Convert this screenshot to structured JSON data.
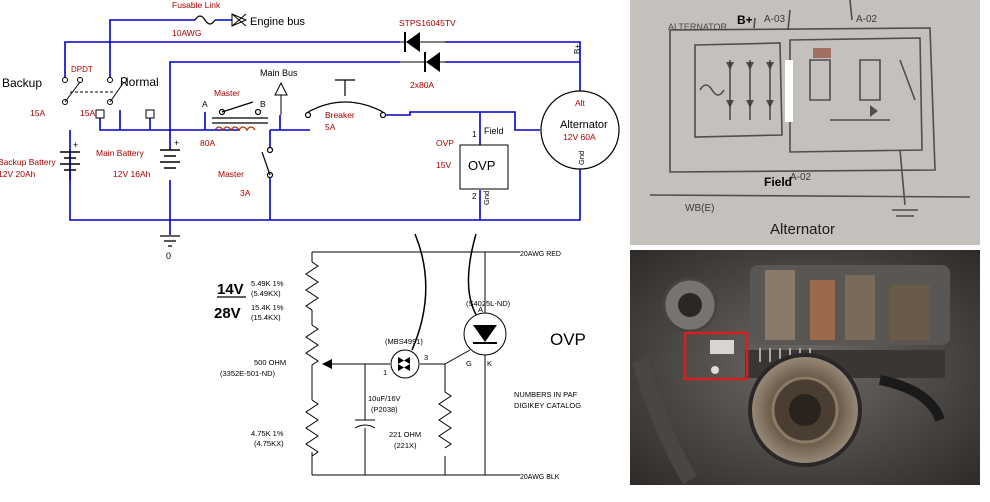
{
  "schematic": {
    "fusable_link": "Fusable Link",
    "fuse_wire": "10AWG",
    "engine_bus": "Engine bus",
    "diode_part": "STPS16045TV",
    "diode_wire": "2x80A",
    "bplus": "B+",
    "backup": "Backup",
    "normal": "Normal",
    "dpdt": "DPDT",
    "fuse_a": "15A",
    "fuse_b": "15A",
    "backup_battery_1": "Backup Battery",
    "backup_battery_2": "12V 20Ah",
    "main_battery_1": "Main Battery",
    "main_battery_2": "12V 16Ah",
    "master": "Master",
    "master_sw": "Master",
    "node_a": "A",
    "node_b": "B",
    "master_amps": "80A",
    "master_sw_amps": "3A",
    "main_bus": "Main Bus",
    "breaker": "Breaker",
    "breaker_amps": "5A",
    "alt": "Alt",
    "alternator": "Alternator",
    "alternator_rating": "12V 60A",
    "field": "Field",
    "gnd": "Gnd",
    "pin1": "1",
    "pin2": "2",
    "ovp_label": "OVP",
    "ovp_box": "OVP",
    "ovp_volts": "15V",
    "ovp_gnd": "Gnd",
    "ground_zero": "0"
  },
  "ovp_circuit": {
    "red_wire": "20AWG RED",
    "blk_wire": "20AWG BLK",
    "v14": "14V",
    "v14_r": "5.49K  1%",
    "v14_r2": "(5.49KX)",
    "v28": "28V",
    "v28_r": "15.4K  1%",
    "v28_r2": "(15.4KX)",
    "pot_1": "500  OHM",
    "pot_2": "(3352E-501-ND)",
    "r_bottom_1": "4.75K  1%",
    "r_bottom_2": "(4.75KX)",
    "mbs": "(MBS4991)",
    "mbs_pin1": "1",
    "mbs_pin3": "3",
    "scr": "(S4025L-ND)",
    "scr_a": "A",
    "scr_g": "G",
    "scr_k": "K",
    "cap_1": "10uF/16V",
    "cap_2": "(P2038)",
    "r221_1": "221  OHM",
    "r221_2": "(221X)",
    "ovp_big": "OVP",
    "note_1": "NUMBERS IN PAF",
    "note_2": "DIGIKEY CATALOG"
  },
  "photo_top": {
    "alternator_hw": "ALTERNATOR",
    "bplus": "B+",
    "a03": "A-03",
    "a02": "A-02",
    "a02b": "A-02",
    "field": "Field",
    "wb": "WB(E)",
    "alternator": "Alternator"
  }
}
